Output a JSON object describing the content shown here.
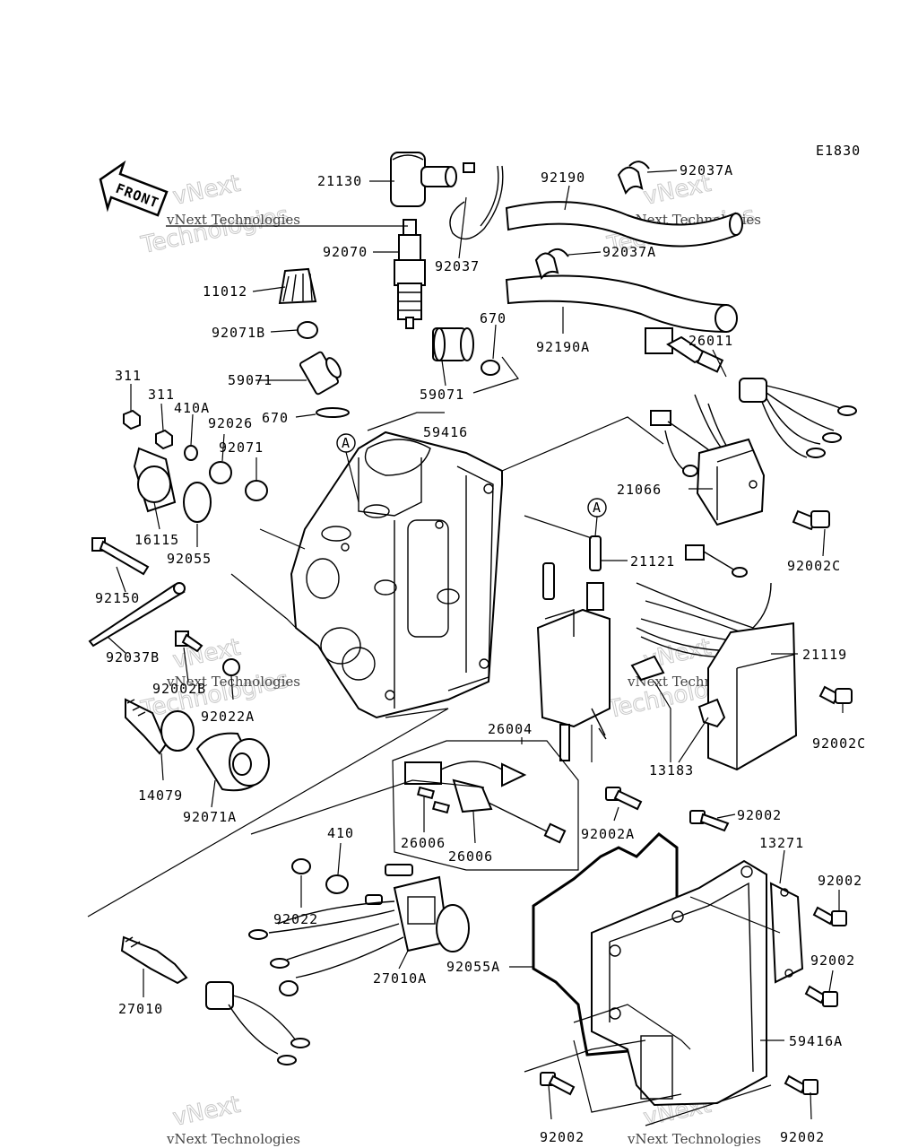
{
  "diagram": {
    "code": "E1830",
    "front_label": "FRONT",
    "callout_letter": "A",
    "watermark_line1": "vNext",
    "watermark_line2": "Technologies",
    "watermark_inline": "vNext Technologies",
    "labels": {
      "p21130": "21130",
      "p92190": "92190",
      "p92037A_top": "92037A",
      "p92070": "92070",
      "p92037": "92037",
      "p92037A_mid": "92037A",
      "p11012": "11012",
      "p92071B": "92071B",
      "p92190A": "92190A",
      "p670_top": "670",
      "p26011": "26011",
      "p59071_left": "59071",
      "p59071_right": "59071",
      "p311_a": "311",
      "p311_b": "311",
      "p410A": "410A",
      "p92026": "92026",
      "p670_mid": "670",
      "p59416": "59416",
      "p92071": "92071",
      "p21066": "21066",
      "p16115": "16115",
      "p92055": "92055",
      "p92002C_top": "92002C",
      "p21121": "21121",
      "p92150": "92150",
      "p92037B": "92037B",
      "p21119": "21119",
      "p92002B": "92002B",
      "p92022A": "92022A",
      "p92002C_mid": "92002C",
      "p14079": "14079",
      "p26004": "26004",
      "p13183": "13183",
      "p92071A": "92071A",
      "p26006_a": "26006",
      "p26006_b": "26006",
      "p92002A": "92002A",
      "p92002_a": "92002",
      "p410": "410",
      "p13271": "13271",
      "p92002_b": "92002",
      "p92022": "92022",
      "p92055A": "92055A",
      "p27010A": "27010A",
      "p92002_c": "92002",
      "p27010": "27010",
      "p59416A": "59416A",
      "p92002_d": "92002",
      "p92002_e": "92002"
    }
  }
}
